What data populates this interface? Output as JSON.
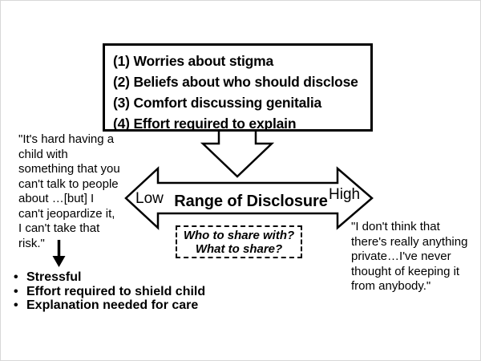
{
  "colors": {
    "ink": "#000000",
    "background": "#ffffff"
  },
  "factors_box": {
    "items": [
      "(1) Worries about stigma",
      "(2) Beliefs about who should disclose",
      "(3) Comfort discussing genitalia",
      "(4) Effort required to explain"
    ]
  },
  "axis": {
    "low_label": "Low",
    "title": "Range of Disclosure",
    "high_label": "High"
  },
  "question_box": {
    "text": "Who to share with?\nWhat to share?"
  },
  "left_quote": {
    "text": "\"It's hard having a\nchild with\nsomething that you\ncan't talk to people\nabout …[but] I\ncan't jeopardize it,\nI can't take that\nrisk.\""
  },
  "right_quote": {
    "text": "\"I don't think that\nthere's really anything\nprivate…I've never\nthought of keeping it\nfrom anybody.\""
  },
  "consequences": {
    "bullet_char": "•",
    "items": [
      "Stressful",
      "Effort required to shield child",
      "Explanation needed for care"
    ]
  }
}
